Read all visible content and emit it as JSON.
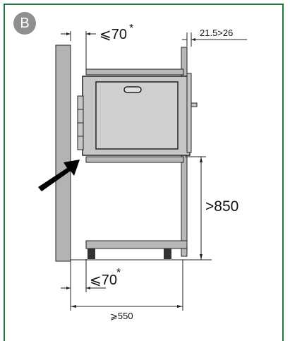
{
  "badge": "B",
  "dimensions": {
    "top_gap": "⩽70",
    "top_gap_star": "*",
    "side_gap": "21.5>26",
    "height": ">850",
    "bottom_gap": "⩽70",
    "bottom_gap_star": "*",
    "depth": "⩾550"
  },
  "colors": {
    "frame": "#1e7a3a",
    "wall": "#b3b3b3",
    "cabinet": "#b8b8b8",
    "oven_body": "#c6c6c6",
    "oven_door": "#cfcfcf",
    "arrow": "#000000"
  }
}
